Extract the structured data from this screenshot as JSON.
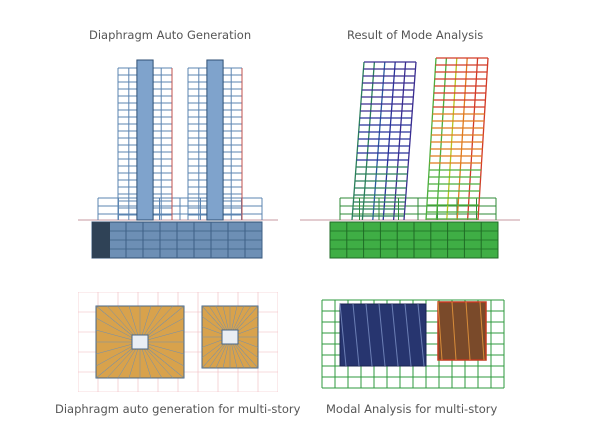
{
  "captions": {
    "top_left": "Diaphragm Auto Generation",
    "top_right": "Result of Mode Analysis",
    "bottom_left": "Diaphragm auto generation for multi-story",
    "bottom_right": "Modal Analysis for multi-story"
  },
  "colors": {
    "frame_blue": "#5b84b1",
    "frame_dark": "#2f4f74",
    "frame_red": "#c0504d",
    "diaphragm_fill": "#d8a24c",
    "mode_low": "#28329a",
    "mode_mid": "#2fb24a",
    "mode_high": "#d23a26",
    "ground_line": "#c79aa0"
  }
}
